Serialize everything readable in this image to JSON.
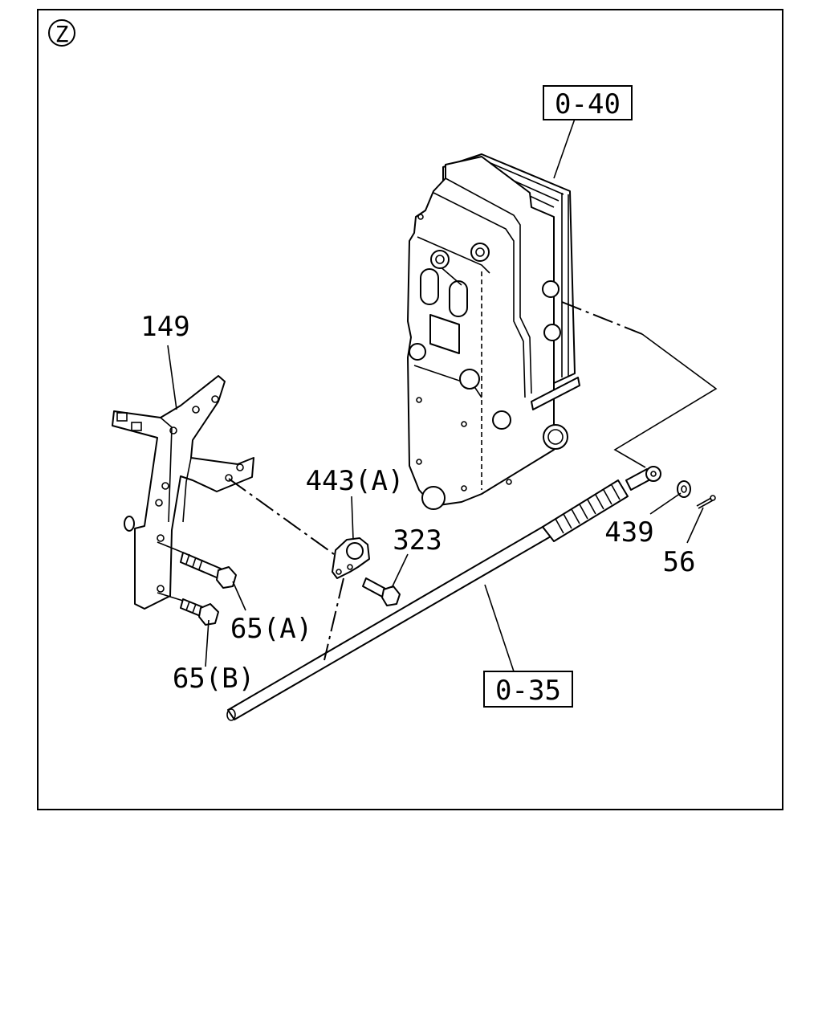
{
  "view_marker": "Z",
  "refs": {
    "ref_040": "0-40",
    "ref_035": "0-35"
  },
  "callouts": {
    "p149": "149",
    "p443a": "443(A)",
    "p323": "323",
    "p439": "439",
    "p56": "56",
    "p65a": "65(A)",
    "p65b": "65(B)"
  }
}
